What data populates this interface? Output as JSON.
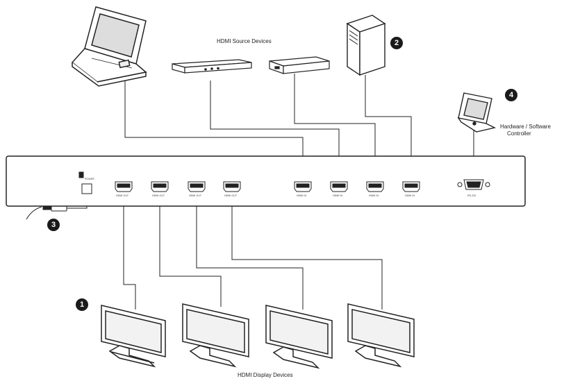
{
  "labels": {
    "hdmi_source_devices": "HDMI Source Devices",
    "hdmi_display_devices": "HDMI Display Devices",
    "controller_line1": "Hardware / Software",
    "controller_line2": "Controller"
  },
  "callouts": [
    "1",
    "2",
    "3",
    "4"
  ],
  "ports": {
    "outputs": [
      "HDMI OUT",
      "HDMI OUT",
      "HDMI OUT",
      "HDMI OUT"
    ],
    "inputs": [
      "HDMI IN",
      "HDMI IN",
      "HDMI IN",
      "HDMI IN"
    ],
    "serial": "RS-232",
    "power": "POWER"
  }
}
